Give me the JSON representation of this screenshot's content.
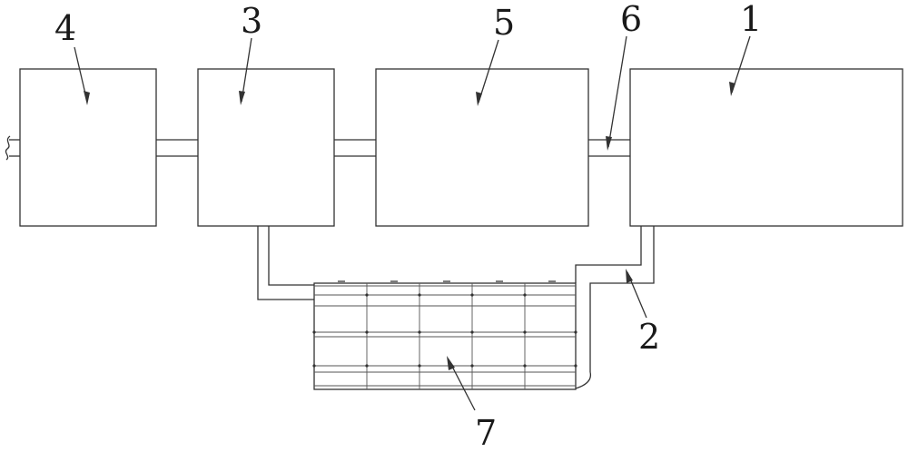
{
  "diagram": {
    "labels": {
      "block_1": "1",
      "pipe_2": "2",
      "block_3": "3",
      "block_4": "4",
      "block_5": "5",
      "pipe_6": "6",
      "panel_7": "7"
    }
  }
}
